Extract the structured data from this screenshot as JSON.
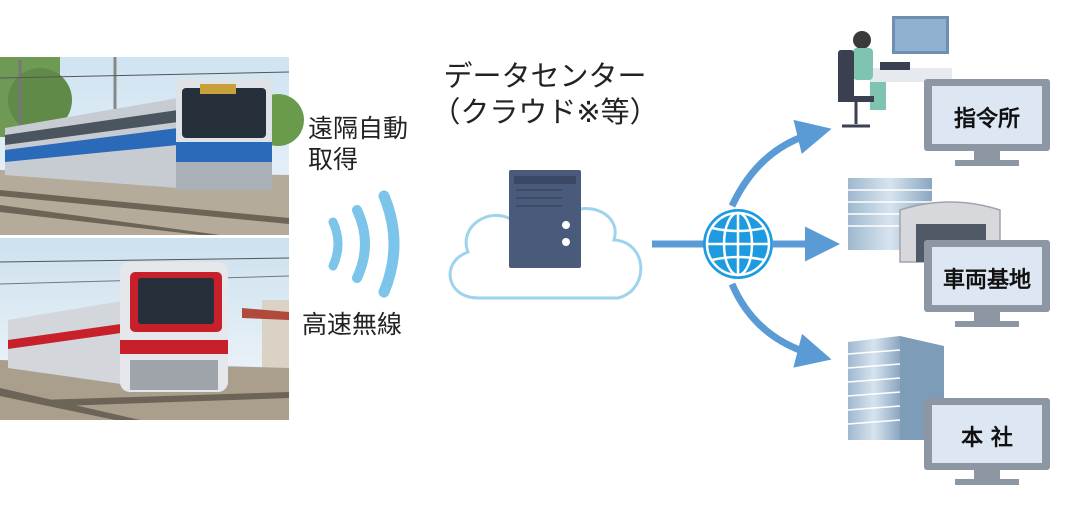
{
  "wireless": {
    "auto_label_line1": "遠隔自動",
    "auto_label_line2": "取得",
    "speed_label": "高速無線"
  },
  "datacenter": {
    "title_line1": "データセンター",
    "title_line2": "（クラウド※等）"
  },
  "destinations": [
    {
      "label": "指令所"
    },
    {
      "label": "車両基地"
    },
    {
      "label": "本 社"
    }
  ],
  "colors": {
    "arrow": "#5b9bd5",
    "wave": "#7cc4ea",
    "cloud_stroke": "#9ed3ee",
    "server": "#4a5a7a",
    "globe": "#1e9be0",
    "monitor_screen": "#dde6f3",
    "monitor_frame": "#8c97a3"
  },
  "icons": [
    "train-photo",
    "wireless-wave-icon",
    "cloud-icon",
    "server-icon",
    "globe-icon",
    "operator-icon",
    "building-icon",
    "monitor-icon"
  ]
}
